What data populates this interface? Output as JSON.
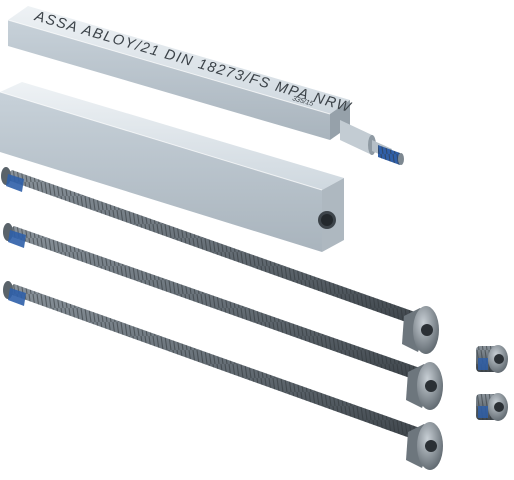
{
  "spindle": {
    "engraving": "ASSA ABLOY/21 DIN 18273/FS MPA NRW",
    "code": "335/15"
  },
  "colors": {
    "background": "#ffffff",
    "steel_light": "#d9e1e8",
    "steel_mid": "#b9c4ce",
    "steel_dark": "#7f8a94",
    "screw_dark": "#4a5259",
    "thread_lock_blue": "#2f5fa8"
  },
  "parts": [
    "spindle-with-engraving",
    "square-coupling-sleeve",
    "countersunk-screw",
    "countersunk-screw",
    "countersunk-screw",
    "threaded-nut",
    "threaded-nut"
  ]
}
